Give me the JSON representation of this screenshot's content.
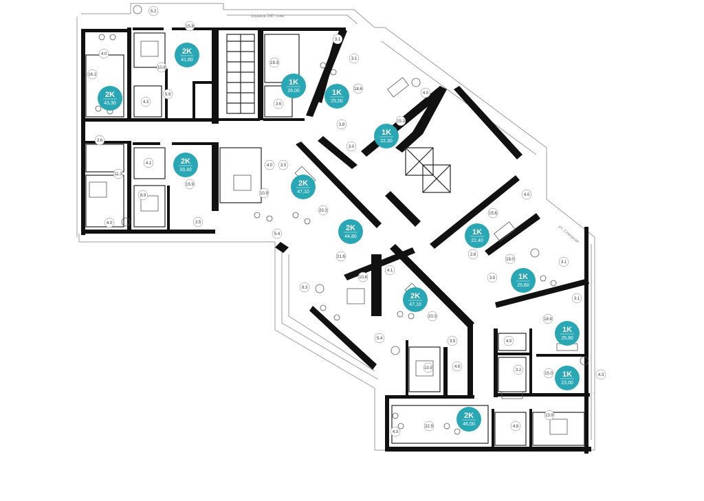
{
  "street_labels": [
    "хорьков 240 тоже",
    "ул. Северная"
  ],
  "colors": {
    "badge": "#2aa7b5",
    "wall": "#111111",
    "terrace_line": "#9a9a9a"
  },
  "apartments": [
    {
      "type": "2K",
      "area": "41,80"
    },
    {
      "type": "2K",
      "area": "43,30"
    },
    {
      "type": "1K",
      "area": "26,00"
    },
    {
      "type": "1K",
      "area": "25,50"
    },
    {
      "type": "1K",
      "area": "22,30"
    },
    {
      "type": "2K",
      "area": "33,40"
    },
    {
      "type": "2K",
      "area": "47,10"
    },
    {
      "type": "2K",
      "area": "44,80"
    },
    {
      "type": "1K",
      "area": "22,40"
    },
    {
      "type": "1K",
      "area": "25,60"
    },
    {
      "type": "2K",
      "area": "47,10"
    },
    {
      "type": "1K",
      "area": "25,90"
    },
    {
      "type": "1K",
      "area": "23,00"
    },
    {
      "type": "2K",
      "area": "46,00"
    }
  ],
  "room_areas": [
    "5.2",
    "15.8",
    "4.0",
    "16.1",
    "10.8",
    "5.9",
    "4.3",
    "3.1",
    "19.3",
    "18.6",
    "3.1",
    "4.0",
    "3.6",
    "15.3",
    "3.8",
    "3.0",
    "3.6",
    "11.3",
    "4.1",
    "4.0",
    "4.0",
    "8.9",
    "15.9",
    "3.5",
    "10.9",
    "3.5",
    "20.3",
    "5.4",
    "21.6",
    "10.8",
    "4.1",
    "15.6",
    "4.0",
    "2.8",
    "19.0",
    "3.1",
    "3.5",
    "3.1",
    "8.3",
    "20.3",
    "5.4",
    "3.5",
    "10.9",
    "4.6",
    "18.8",
    "4.0",
    "3.2",
    "15.0",
    "4.3",
    "22.9",
    "4.3",
    "4.8",
    "13.9"
  ]
}
